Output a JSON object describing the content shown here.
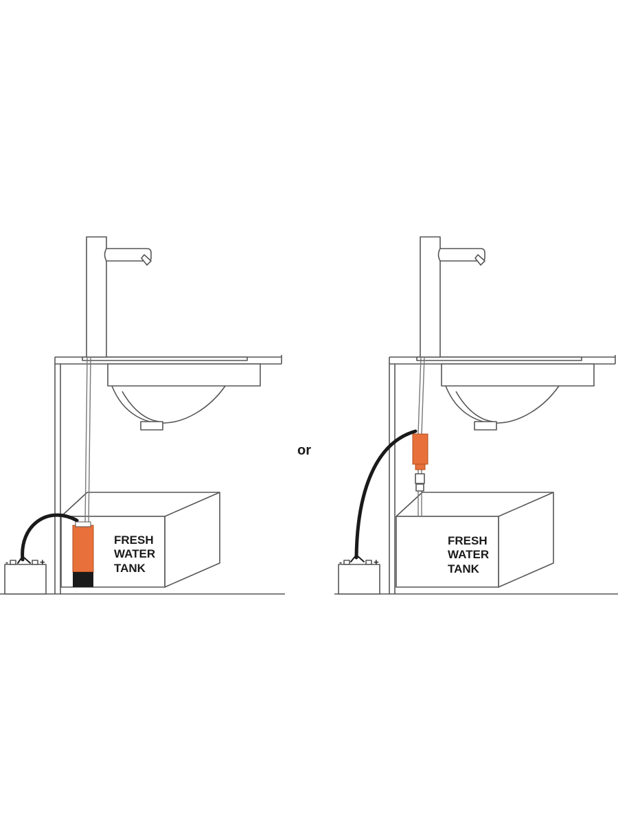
{
  "separator_text": "or",
  "diagrams": [
    {
      "name": "submersible-pump-diagram",
      "tank_label": [
        "FRESH",
        "WATER",
        "TANK"
      ],
      "battery_minus": "-",
      "battery_plus": "+"
    },
    {
      "name": "inline-pump-diagram",
      "tank_label": [
        "FRESH",
        "WATER",
        "TANK"
      ],
      "battery_minus": "-",
      "battery_plus": "+"
    }
  ],
  "colors": {
    "pump_orange": "#e8703a",
    "pump_black": "#1a1a1a",
    "line_gray": "#555555"
  }
}
